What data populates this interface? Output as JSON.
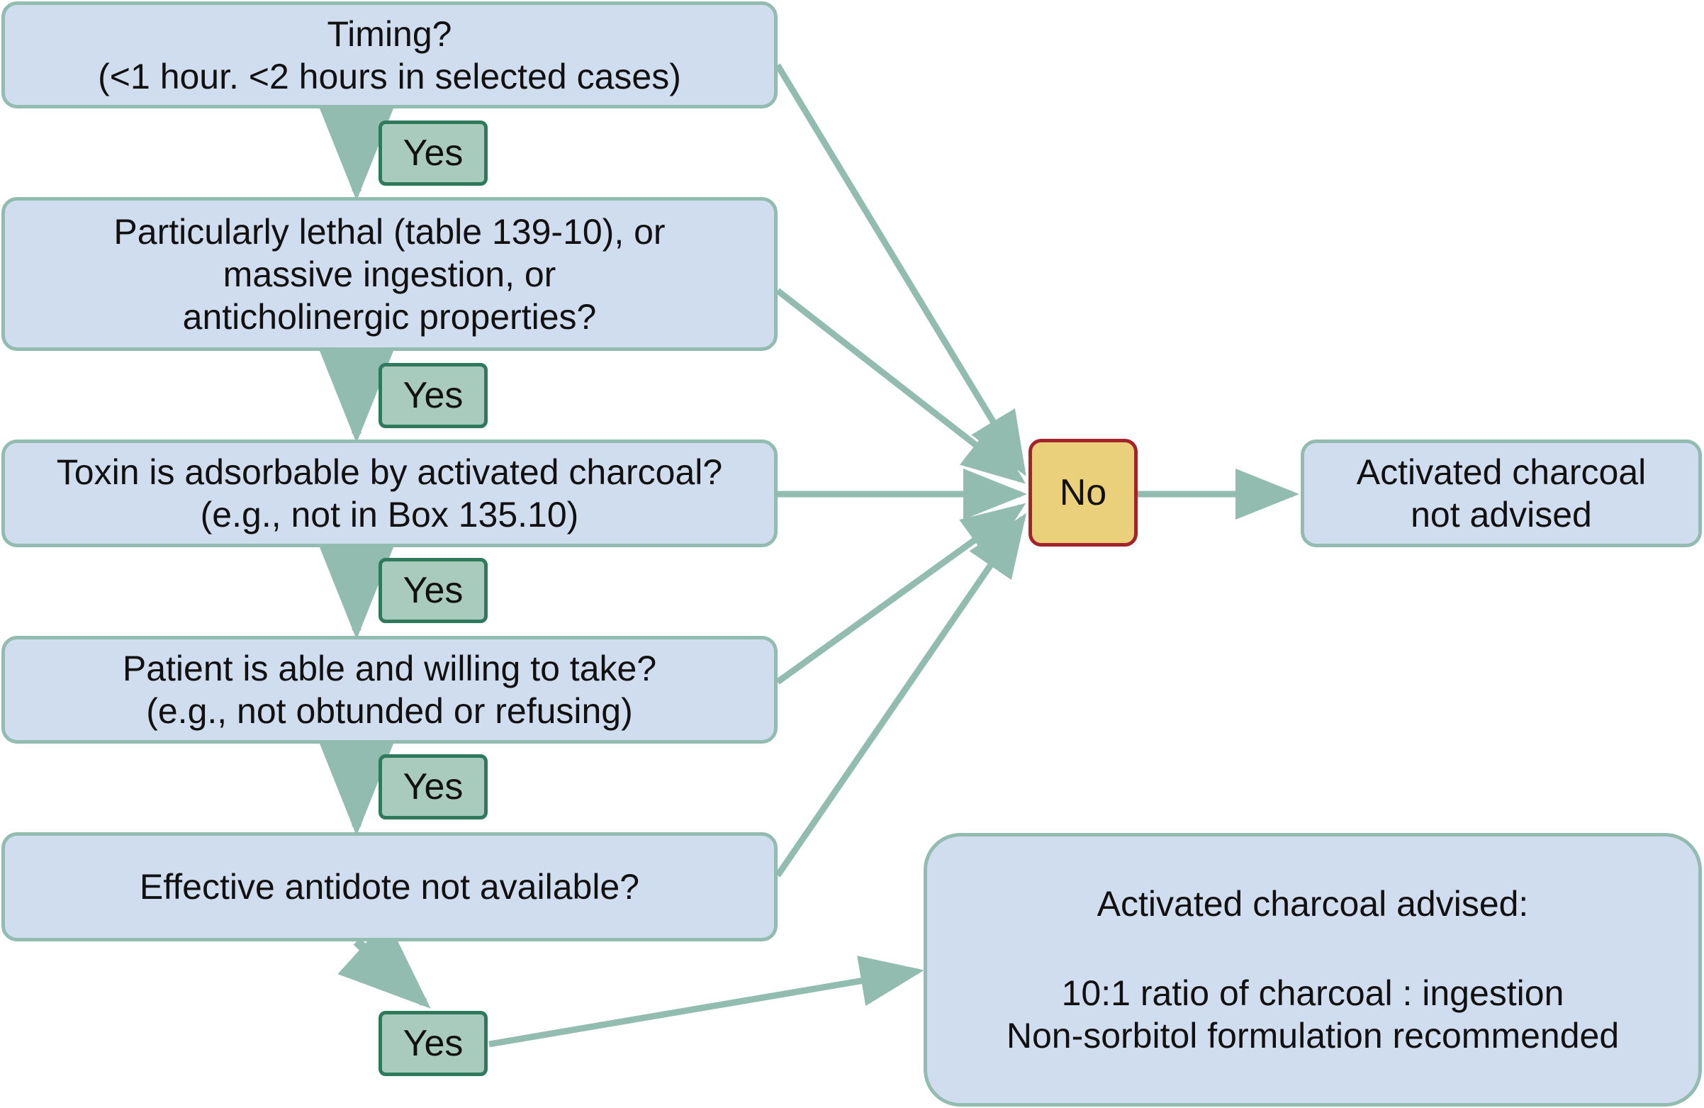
{
  "flowchart": {
    "questions": [
      {
        "lines": [
          "Timing?",
          "(<1 hour. <2 hours in selected cases)"
        ]
      },
      {
        "lines": [
          "Particularly lethal (table 139-10), or",
          "massive ingestion, or",
          "anticholinergic properties?"
        ]
      },
      {
        "lines": [
          "Toxin is adsorbable by activated charcoal?",
          "(e.g., not in Box 135.10)"
        ]
      },
      {
        "lines": [
          "Patient is able and willing to take?",
          "(e.g., not obtunded or refusing)"
        ]
      },
      {
        "lines": [
          "Effective antidote not available?"
        ]
      }
    ],
    "yes_label": "Yes",
    "no_label": "No",
    "not_advised": {
      "lines": [
        "Activated charcoal",
        "not advised"
      ]
    },
    "advised": {
      "heading": "Activated charcoal advised:",
      "lines": [
        "10:1 ratio of charcoal : ingestion",
        "Non-sorbitol formulation recommended"
      ]
    }
  },
  "colors": {
    "box_fill": "#d0ddee",
    "box_border": "#93bcb0",
    "arrow": "#93bcb0",
    "yes_fill": "#a9cbbd",
    "yes_border": "#2f7a5c",
    "no_fill": "#ead07a",
    "no_border": "#a3232a"
  }
}
